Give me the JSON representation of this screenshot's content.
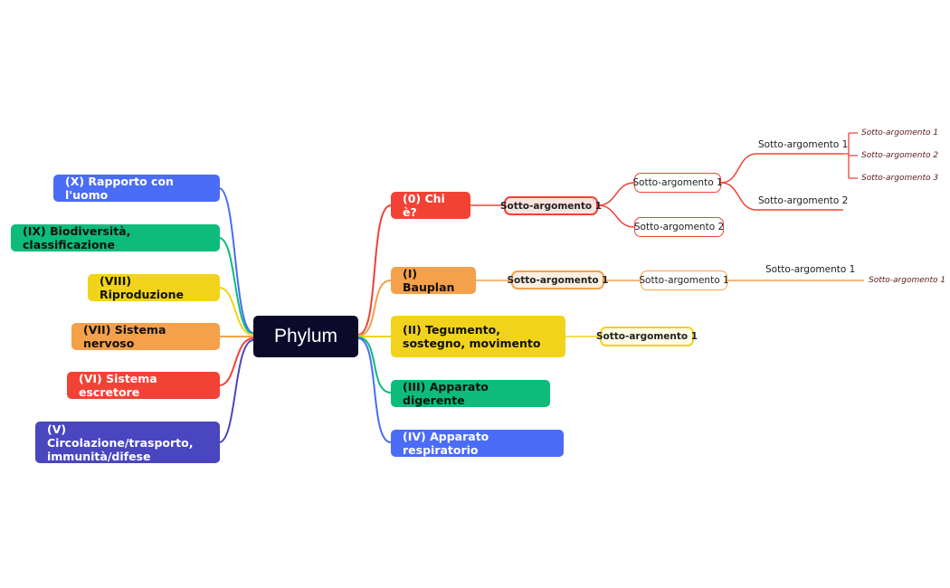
{
  "center": {
    "label": "Phylum"
  },
  "right_topics": [
    {
      "id": "t0",
      "label": "(0) Chi è?",
      "color": "#f24236"
    },
    {
      "id": "t1",
      "label": "(I) Bauplan",
      "color": "#f5a04a"
    },
    {
      "id": "t2",
      "label": "(II) Tegumento, sostegno, movimento",
      "color": "#f2d31b"
    },
    {
      "id": "t3",
      "label": "(III) Apparato digerente",
      "color": "#0dbb7a"
    },
    {
      "id": "t4",
      "label": "(IV) Apparato respiratorio",
      "color": "#4a6cf7"
    }
  ],
  "left_topics": [
    {
      "id": "t10",
      "label": "(X) Rapporto con l'uomo",
      "color": "#4a6cf7"
    },
    {
      "id": "t9",
      "label": "(IX) Biodiversità, classificazione",
      "color": "#0dbb7a"
    },
    {
      "id": "t8",
      "label": "(VIII) Riproduzione",
      "color": "#f2d31b"
    },
    {
      "id": "t7",
      "label": "(VII) Sistema nervoso",
      "color": "#f5a04a"
    },
    {
      "id": "t6",
      "label": "(VI) Sistema escretore",
      "color": "#f24236"
    },
    {
      "id": "t5",
      "label": "(V) Circolazione/trasporto, immunità/difese",
      "color": "#4a46c0"
    }
  ],
  "subtopics": {
    "chi_e": {
      "level1": "Sotto-argomento 1",
      "level2": [
        "Sotto-argomento 1",
        "Sotto-argomento 2"
      ],
      "level3": [
        "Sotto-argomento 1",
        "Sotto-argomento 2"
      ],
      "level4": [
        "Sotto-argomento 1",
        "Sotto-argomento 2",
        "Sotto-argomento 3"
      ]
    },
    "bauplan": {
      "level1": "Sotto-argomento 1",
      "level2": "Sotto-argomento 1",
      "level3": "Sotto-argomento 1",
      "level4": "Sotto-argomento 1"
    },
    "tegumento": {
      "level1": "Sotto-argomento 1"
    }
  },
  "colors": {
    "center_bg": "#0b0a2a",
    "red_light": "#fde3df",
    "orange_light": "#fdf0e2",
    "yellow_light": "#fefbe6"
  }
}
